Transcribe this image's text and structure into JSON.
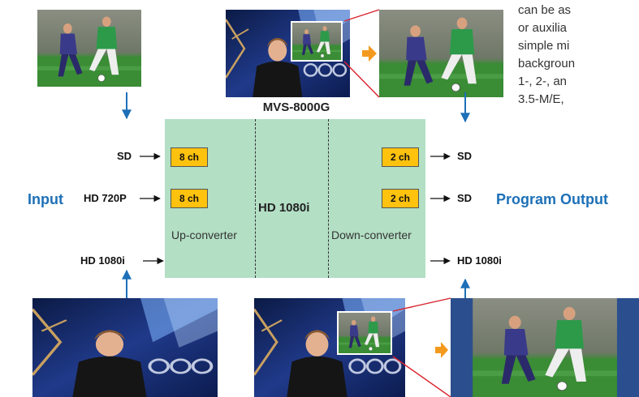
{
  "diagram": {
    "title": "MVS-8000G",
    "center_label": "HD 1080i",
    "upconverter_label": "Up-converter",
    "downconverter_label": "Down-converter",
    "input_label": "Input",
    "output_label": "Program Output",
    "inputs": [
      {
        "label": "SD",
        "badge": "8 ch"
      },
      {
        "label": "HD 720P",
        "badge": "8 ch"
      },
      {
        "label": "HD 1080i"
      }
    ],
    "outputs": [
      {
        "label": "SD",
        "badge": "2 ch"
      },
      {
        "label": "SD",
        "badge": "2 ch"
      },
      {
        "label": "HD 1080i"
      }
    ]
  },
  "description_lines": [
    "can be as",
    "or auxilia",
    "simple mi",
    "backgroun",
    "1-, 2-, an",
    "3.5-M/E,"
  ],
  "colors": {
    "box": "#b3dfc4",
    "badge": "#ffc20e",
    "accent_blue": "#1d70b7",
    "arrow_orange": "#f39a1e",
    "pip_line_red": "#d9232d"
  }
}
